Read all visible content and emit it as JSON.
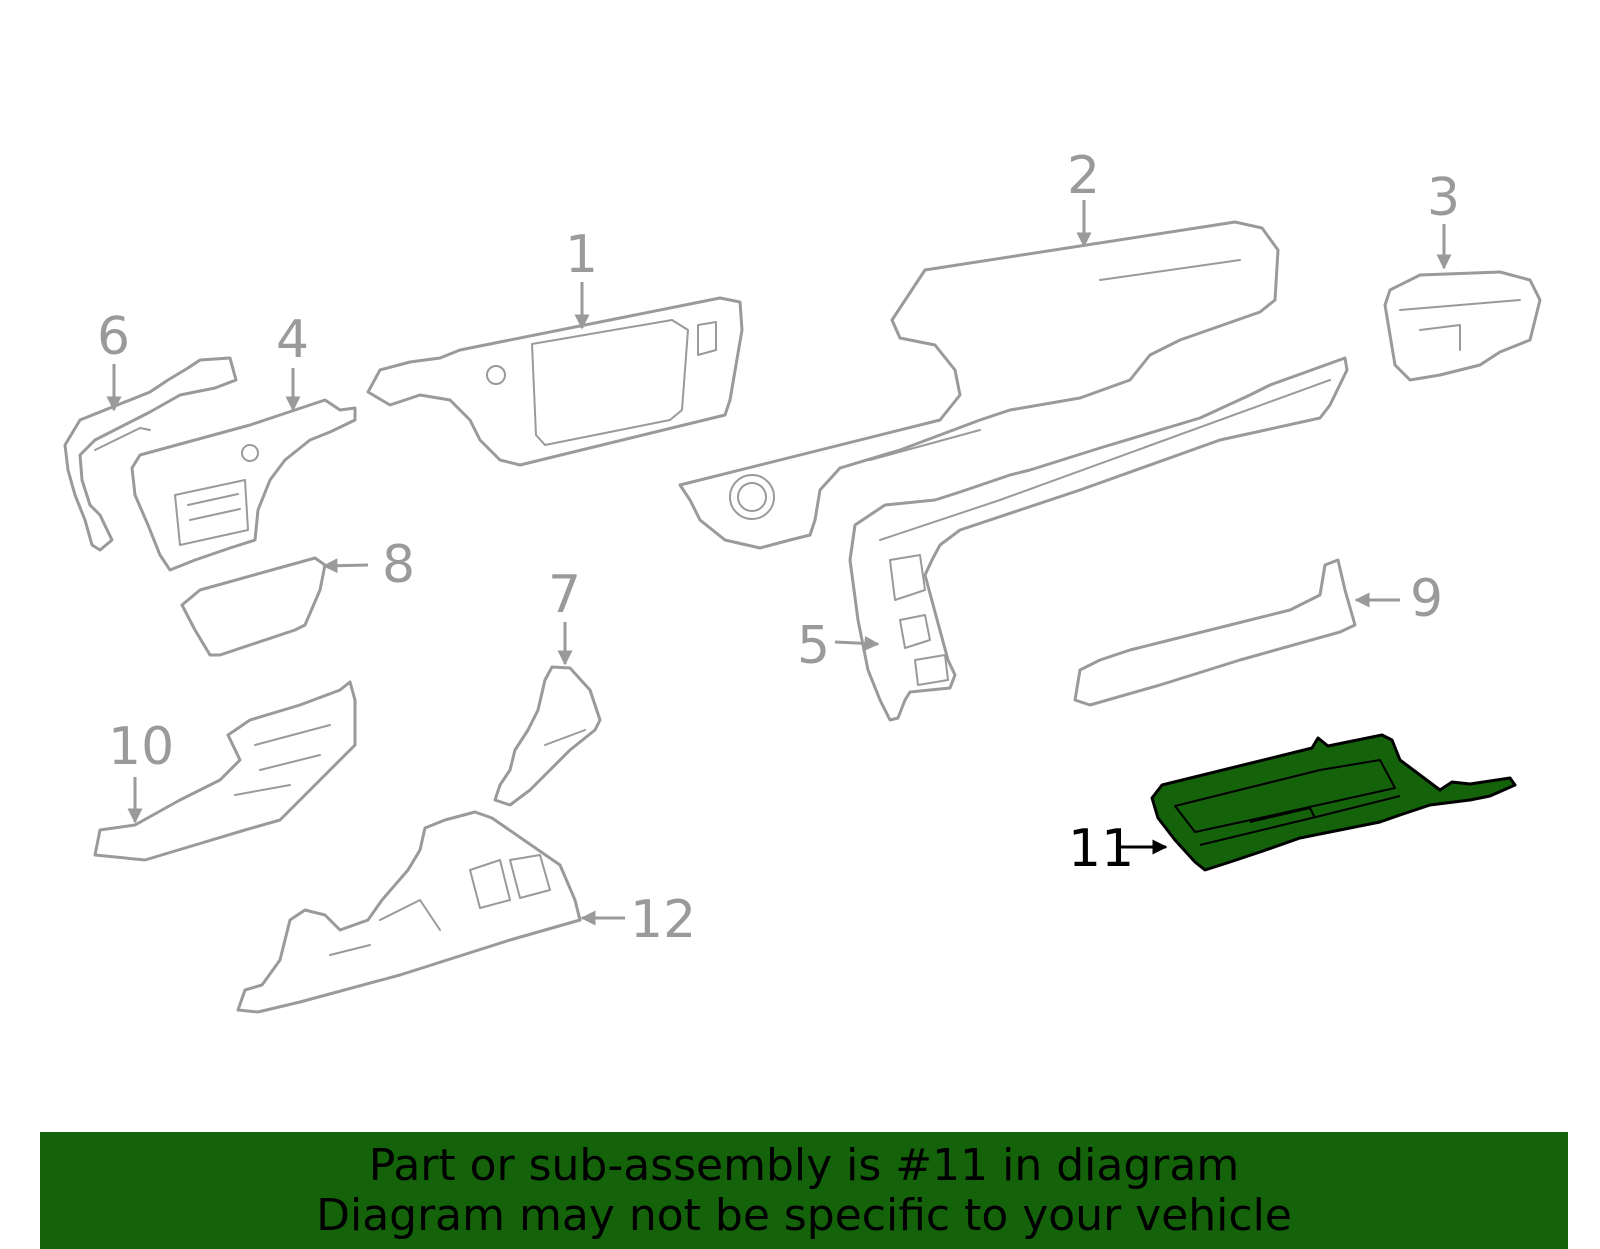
{
  "colors": {
    "part_stroke": "#9a9a9a",
    "highlight_fill": "#14620a",
    "banner_bg": "#14620a",
    "banner_text": "#000000"
  },
  "callouts": {
    "c1": "1",
    "c2": "2",
    "c3": "3",
    "c4": "4",
    "c5": "5",
    "c6": "6",
    "c7": "7",
    "c8": "8",
    "c9": "9",
    "c10": "10",
    "c11": "11",
    "c12": "12"
  },
  "highlighted_part": "11",
  "banner": {
    "line1": "Part or sub-assembly is #11 in diagram",
    "line2": "Diagram may not be specific to your vehicle"
  }
}
